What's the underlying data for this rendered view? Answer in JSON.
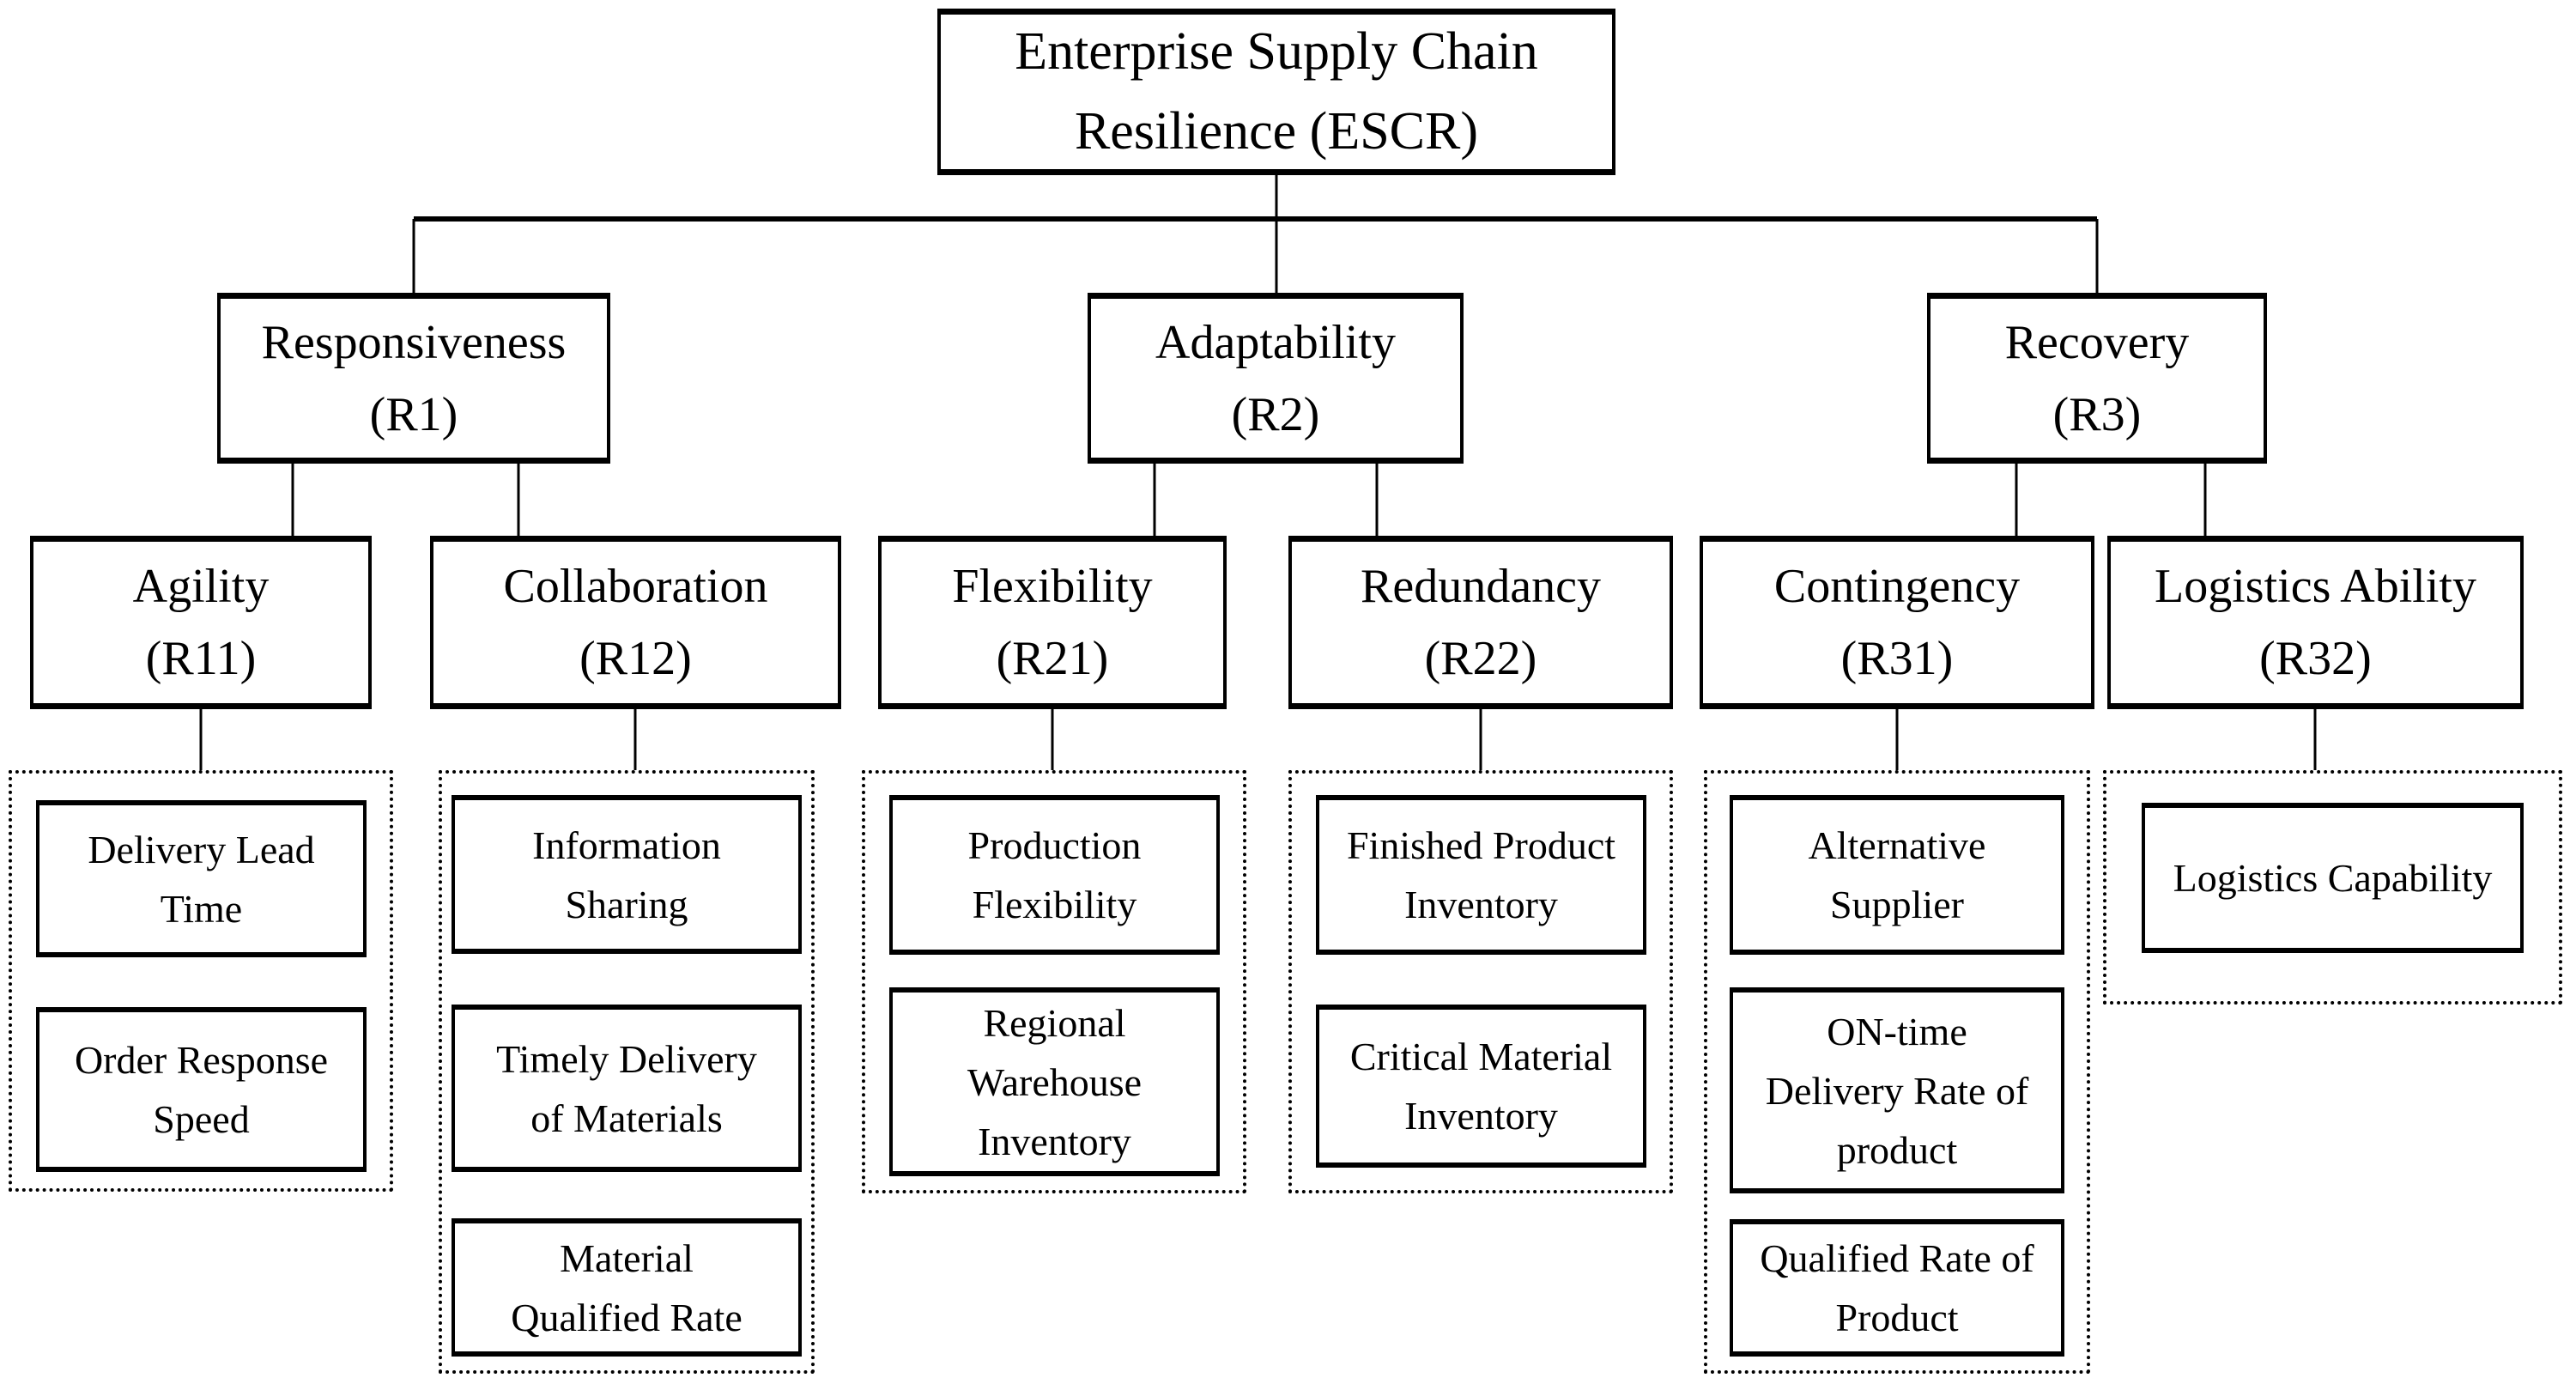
{
  "colors": {
    "ink": "#000000",
    "background": "#ffffff"
  },
  "diagram": {
    "root": {
      "label": "Enterprise Supply Chain\nResilience (ESCR)"
    },
    "level2": [
      {
        "label": "Responsiveness\n(R1)"
      },
      {
        "label": "Adaptability\n(R2)"
      },
      {
        "label": "Recovery\n(R3)"
      }
    ],
    "level3": [
      {
        "label": "Agility\n(R11)"
      },
      {
        "label": "Collaboration\n(R12)"
      },
      {
        "label": "Flexibility\n(R21)"
      },
      {
        "label": "Redundancy\n(R22)"
      },
      {
        "label": "Contingency\n(R31)"
      },
      {
        "label": "Logistics Ability\n(R32)"
      }
    ],
    "leaf_groups": [
      {
        "items": [
          {
            "label": "Delivery Lead\nTime"
          },
          {
            "label": "Order Response\nSpeed"
          }
        ]
      },
      {
        "items": [
          {
            "label": "Information\nSharing"
          },
          {
            "label": "Timely Delivery\nof Materials"
          },
          {
            "label": "Material\nQualified Rate"
          }
        ]
      },
      {
        "items": [
          {
            "label": "Production\nFlexibility"
          },
          {
            "label": "Regional\nWarehouse\nInventory"
          }
        ]
      },
      {
        "items": [
          {
            "label": "Finished Product\nInventory"
          },
          {
            "label": "Critical Material\nInventory"
          }
        ]
      },
      {
        "items": [
          {
            "label": "Alternative\nSupplier"
          },
          {
            "label": "ON-time\nDelivery Rate of\nproduct"
          },
          {
            "label": "Qualified Rate of\nProduct"
          }
        ]
      },
      {
        "items": [
          {
            "label": "Logistics Capability"
          }
        ]
      }
    ]
  }
}
